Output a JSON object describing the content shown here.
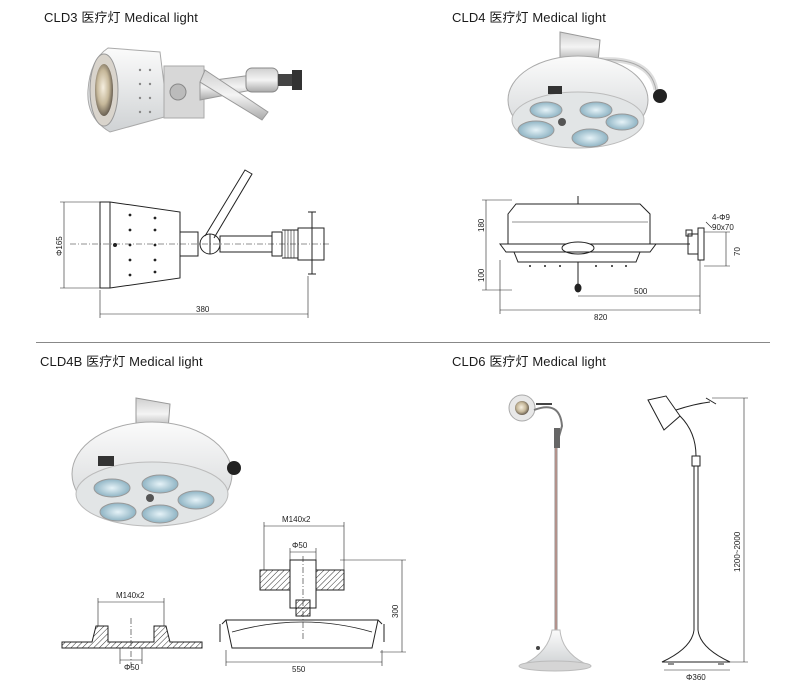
{
  "sections": {
    "cld3": {
      "title": "CLD3 医疗灯 Medical light",
      "dims": {
        "diameter": "Φ165",
        "length": "380"
      }
    },
    "cld4": {
      "title": "CLD4 医疗灯 Medical light",
      "dims": {
        "height_top": "180",
        "height_bottom": "100",
        "arm": "500",
        "total": "820",
        "holes": "4-Φ9",
        "plate": "90x70",
        "side": "70"
      }
    },
    "cld4b": {
      "title": "CLD4B 医疗灯 Medical light",
      "dims": {
        "thread_top": "M140x2",
        "bore_top": "Φ50",
        "height": "300",
        "width": "550",
        "thread_detail": "M140x2",
        "bore_detail": "Φ50"
      }
    },
    "cld6": {
      "title": "CLD6 医疗灯 Medical light",
      "dims": {
        "height_range": "1200~2000",
        "base": "Φ360"
      }
    }
  }
}
